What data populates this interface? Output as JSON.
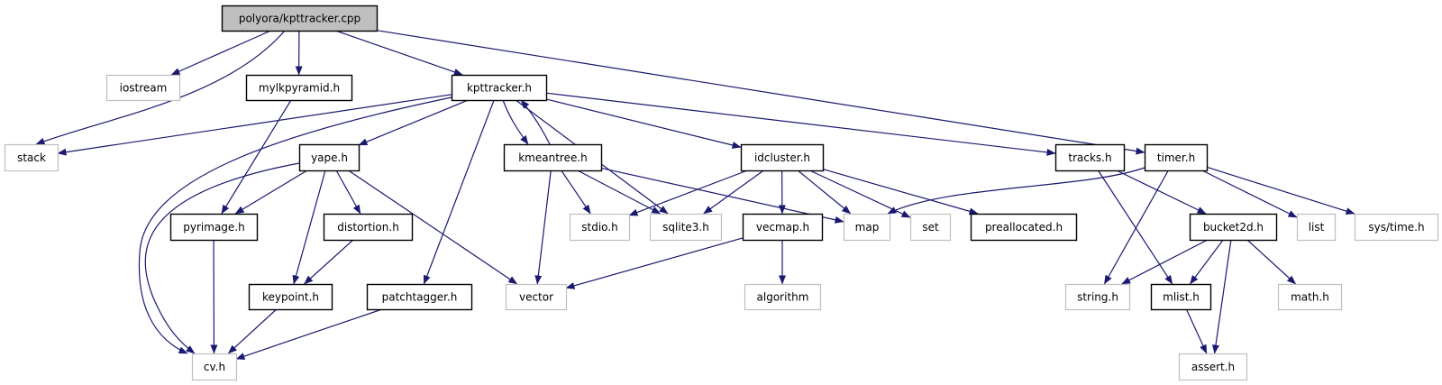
{
  "graph": {
    "edge_color": "#191970",
    "root_fill": "#bfbfbf",
    "external_border": "#bfbfbf",
    "nodes": [
      {
        "id": "cpp",
        "label": "polyora/kpttracker.cpp",
        "kind": "root"
      },
      {
        "id": "iostream",
        "label": "iostream",
        "kind": "external"
      },
      {
        "id": "mylkpyramid",
        "label": "mylkpyramid.h",
        "kind": "documented"
      },
      {
        "id": "kpttracker",
        "label": "kpttracker.h",
        "kind": "documented"
      },
      {
        "id": "stack",
        "label": "stack",
        "kind": "external"
      },
      {
        "id": "yape",
        "label": "yape.h",
        "kind": "documented"
      },
      {
        "id": "kmeantree",
        "label": "kmeantree.h",
        "kind": "documented"
      },
      {
        "id": "idcluster",
        "label": "idcluster.h",
        "kind": "documented"
      },
      {
        "id": "tracks",
        "label": "tracks.h",
        "kind": "documented"
      },
      {
        "id": "timer",
        "label": "timer.h",
        "kind": "documented"
      },
      {
        "id": "pyrimage",
        "label": "pyrimage.h",
        "kind": "documented"
      },
      {
        "id": "distortion",
        "label": "distortion.h",
        "kind": "documented"
      },
      {
        "id": "stdio",
        "label": "stdio.h",
        "kind": "external"
      },
      {
        "id": "sqlite3",
        "label": "sqlite3.h",
        "kind": "external"
      },
      {
        "id": "vecmap",
        "label": "vecmap.h",
        "kind": "documented"
      },
      {
        "id": "map",
        "label": "map",
        "kind": "external"
      },
      {
        "id": "set",
        "label": "set",
        "kind": "external"
      },
      {
        "id": "preallocated",
        "label": "preallocated.h",
        "kind": "documented"
      },
      {
        "id": "bucket2d",
        "label": "bucket2d.h",
        "kind": "documented"
      },
      {
        "id": "list",
        "label": "list",
        "kind": "external"
      },
      {
        "id": "systime",
        "label": "sys/time.h",
        "kind": "external"
      },
      {
        "id": "keypoint",
        "label": "keypoint.h",
        "kind": "documented"
      },
      {
        "id": "patchtagger",
        "label": "patchtagger.h",
        "kind": "documented"
      },
      {
        "id": "vector",
        "label": "vector",
        "kind": "external"
      },
      {
        "id": "algorithm",
        "label": "algorithm",
        "kind": "external"
      },
      {
        "id": "string",
        "label": "string.h",
        "kind": "external"
      },
      {
        "id": "mlist",
        "label": "mlist.h",
        "kind": "documented"
      },
      {
        "id": "math",
        "label": "math.h",
        "kind": "external"
      },
      {
        "id": "cv",
        "label": "cv.h",
        "kind": "external"
      },
      {
        "id": "assert",
        "label": "assert.h",
        "kind": "external"
      }
    ],
    "edges": [
      [
        "cpp",
        "iostream"
      ],
      [
        "cpp",
        "stack"
      ],
      [
        "cpp",
        "mylkpyramid"
      ],
      [
        "cpp",
        "kpttracker"
      ],
      [
        "cpp",
        "timer"
      ],
      [
        "mylkpyramid",
        "pyrimage"
      ],
      [
        "kpttracker",
        "stack"
      ],
      [
        "kpttracker",
        "cv"
      ],
      [
        "kpttracker",
        "yape"
      ],
      [
        "kpttracker",
        "patchtagger"
      ],
      [
        "kpttracker",
        "kmeantree"
      ],
      [
        "kpttracker",
        "sqlite3"
      ],
      [
        "kpttracker",
        "idcluster"
      ],
      [
        "kpttracker",
        "tracks"
      ],
      [
        "yape",
        "cv"
      ],
      [
        "yape",
        "pyrimage"
      ],
      [
        "yape",
        "keypoint"
      ],
      [
        "yape",
        "distortion"
      ],
      [
        "yape",
        "vector"
      ],
      [
        "distortion",
        "keypoint"
      ],
      [
        "pyrimage",
        "cv"
      ],
      [
        "keypoint",
        "cv"
      ],
      [
        "patchtagger",
        "cv"
      ],
      [
        "kmeantree",
        "kpttracker"
      ],
      [
        "kmeantree",
        "vector"
      ],
      [
        "kmeantree",
        "stdio"
      ],
      [
        "kmeantree",
        "sqlite3"
      ],
      [
        "kmeantree",
        "map"
      ],
      [
        "idcluster",
        "stdio"
      ],
      [
        "idcluster",
        "sqlite3"
      ],
      [
        "idcluster",
        "vecmap"
      ],
      [
        "idcluster",
        "map"
      ],
      [
        "idcluster",
        "set"
      ],
      [
        "idcluster",
        "preallocated"
      ],
      [
        "vecmap",
        "vector"
      ],
      [
        "vecmap",
        "algorithm"
      ],
      [
        "tracks",
        "mlist"
      ],
      [
        "tracks",
        "bucket2d"
      ],
      [
        "timer",
        "map"
      ],
      [
        "timer",
        "string"
      ],
      [
        "timer",
        "list"
      ],
      [
        "timer",
        "systime"
      ],
      [
        "bucket2d",
        "string"
      ],
      [
        "bucket2d",
        "mlist"
      ],
      [
        "bucket2d",
        "assert"
      ],
      [
        "bucket2d",
        "math"
      ],
      [
        "mlist",
        "assert"
      ]
    ]
  }
}
